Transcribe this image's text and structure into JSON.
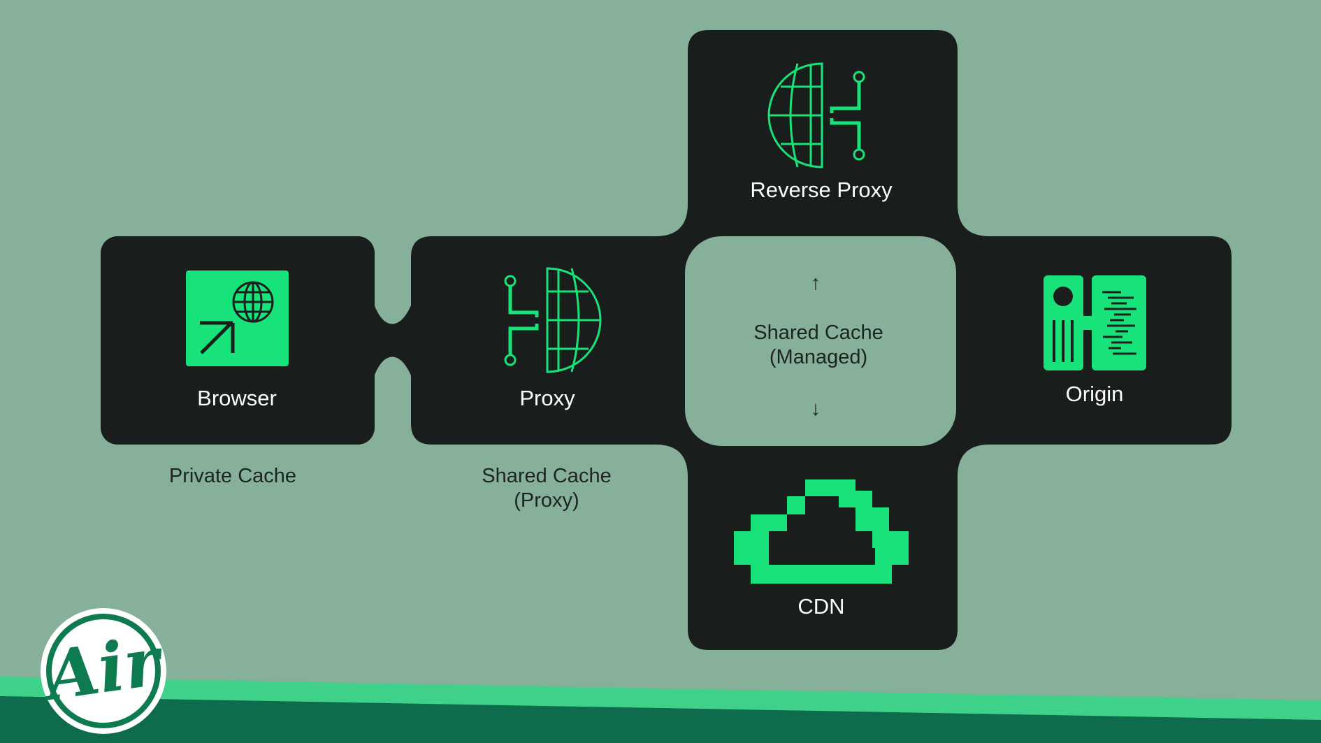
{
  "diagram": {
    "nodes": {
      "browser": {
        "label": "Browser"
      },
      "proxy": {
        "label": "Proxy"
      },
      "reverse_proxy": {
        "label": "Reverse Proxy"
      },
      "origin": {
        "label": "Origin"
      },
      "cdn": {
        "label": "CDN"
      }
    },
    "captions": {
      "private_cache": "Private Cache",
      "shared_cache_proxy": [
        "Shared Cache",
        "(Proxy)"
      ],
      "shared_cache_managed": [
        "Shared Cache",
        "(Managed)"
      ]
    },
    "arrows": {
      "up": "↑",
      "down": "↓"
    }
  },
  "logo": {
    "text": "Air"
  },
  "colors": {
    "background": "#87b09b",
    "card": "#191d1b",
    "accent": "#17e37a",
    "stripe_light": "#3fd08a",
    "stripe_dark": "#0e6b4b",
    "logo_green": "#0e7a4f"
  }
}
